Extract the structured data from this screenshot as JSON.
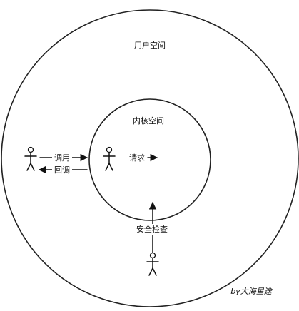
{
  "diagram": {
    "outer_circle_label": "用户空间",
    "inner_circle_label": "内核空间",
    "call_label": "调用",
    "callback_label": "回调",
    "request_label": "请求",
    "security_check_label": "安全检查",
    "credit": "by大海星途"
  }
}
